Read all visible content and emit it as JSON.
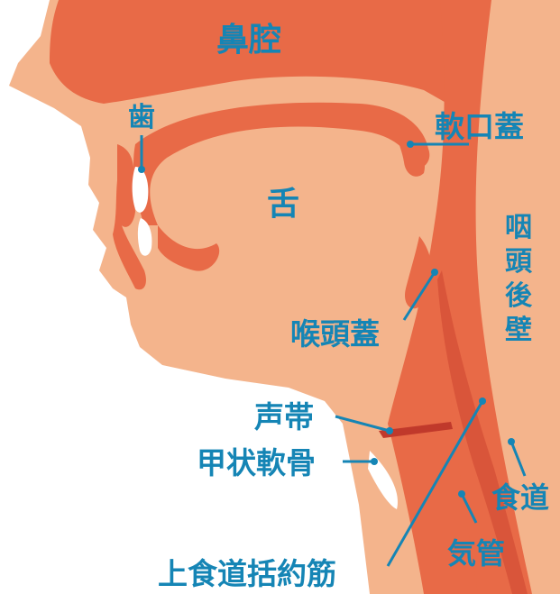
{
  "colors": {
    "skin": "#f4b48c",
    "tissue": "#e86a47",
    "tissue_dark": "#d9553a",
    "line": "#1585b5",
    "tooth": "#ffffff",
    "vocal_fold": "#c0392b"
  },
  "labels": {
    "nasal_cavity": "鼻腔",
    "teeth": "歯",
    "soft_palate": "軟口蓋",
    "tongue": "舌",
    "pharynx_back_wall": "咽頭後壁",
    "epiglottis": "喉頭蓋",
    "vocal_cords": "声帯",
    "thyroid_cartilage": "甲状軟骨",
    "esophagus": "食道",
    "trachea": "気管",
    "upper_esophageal_sphincter": "上食道括約筋"
  }
}
